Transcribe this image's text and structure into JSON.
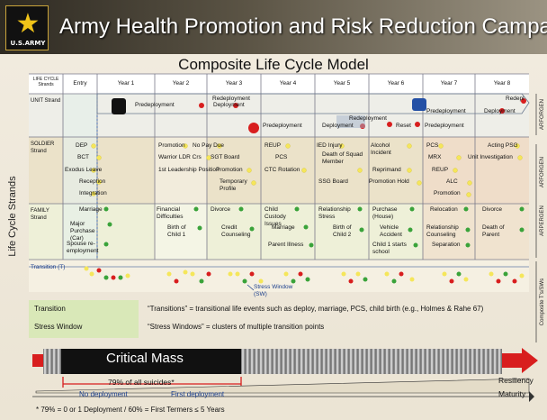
{
  "banner": {
    "title": "Army Health Promotion and Risk Reduction Campaign",
    "logo_text": "U.S.ARMY"
  },
  "subtitle": "Composite Life Cycle Model",
  "side_title": "Life Cycle Strands",
  "header": {
    "strands_label": "LIFE CYCLE Strands",
    "columns": [
      "Entry",
      "Year 1",
      "Year 2",
      "Year 3",
      "Year 4",
      "Year 5",
      "Year 6",
      "Year 7",
      "Year 8"
    ]
  },
  "strand_labels": {
    "unit": "UNIT Strand",
    "soldier": "SOLDIER Strand",
    "family": "FAMILY Strand"
  },
  "right_labels": {
    "arforgen1": "ARFORGEN",
    "arforgen2": "ARFORGEN",
    "arpergen": "ARPERGEN",
    "composite": "Composite T's/SWs"
  },
  "unit_events": [
    {
      "id": "u1",
      "text": "Predeployment"
    },
    {
      "id": "u2",
      "text": "Deployment"
    },
    {
      "id": "u3",
      "text": "Redeployment"
    },
    {
      "id": "u4",
      "text": "Predeployment"
    },
    {
      "id": "u5",
      "text": "Deployment"
    },
    {
      "id": "u6",
      "text": "Redeployment"
    },
    {
      "id": "u7",
      "text": "Reset"
    },
    {
      "id": "u8",
      "text": "Predeployment"
    },
    {
      "id": "u9",
      "text": "Predeployment"
    },
    {
      "id": "u10",
      "text": "Deployment"
    },
    {
      "id": "u11",
      "text": "Redepl"
    }
  ],
  "soldier_events": [
    "DEP",
    "BCT",
    "Exodus Leave",
    "Reception",
    "Integration",
    "Promotion",
    "No Pay Due",
    "Warrior LDR Crs",
    "SGT Board",
    "1st Leadership Position",
    "Promotion",
    "Temporary Profile",
    "REUP",
    "PCS",
    "CTC Rotation",
    "IED Injury",
    "Death of Squad Member",
    "SSG Board",
    "Alcohol Incident",
    "Reprimand",
    "Promotion Hold",
    "PCS",
    "MRX",
    "REUP",
    "ALC",
    "Promotion",
    "Acting PSG",
    "Unit Investigation"
  ],
  "family_events": [
    "Marriage",
    "Major Purchase (Car)",
    "Spouse re-employment",
    "Financial Difficulties",
    "Birth of Child 1",
    "Divorce",
    "Credit Counseling",
    "Child Custody Issues",
    "Marriage",
    "Parent Illness",
    "Relationship Stress",
    "Birth of Child 2",
    "Purchase (House)",
    "Vehicle Accident",
    "Child 1 starts school",
    "Relocation",
    "Relationship Counseling",
    "Separation",
    "Divorce",
    "Death of Parent"
  ],
  "transition_row": {
    "label": "Transition (T)",
    "stress_window": "Stress Window (SW)"
  },
  "legend": {
    "transition": "Transition",
    "stress_window": "Stress Window"
  },
  "descriptions": {
    "transitions": "“Transitions” = transitional life events such as deploy, marriage, PCS, child birth (e.g., Holmes & Rahe 67)",
    "stress_windows": "“Stress Windows” = clusters of multiple transition points"
  },
  "critical_mass": {
    "label": "Critical Mass",
    "pct": "79% of all suicides*",
    "no_deployment": "No deployment",
    "first_deployment": "First deployment"
  },
  "axes": {
    "resiliency": "Resiliency",
    "maturity": "Maturity"
  },
  "footnote": "* 79% = 0 or 1 Deployment / 60% = First Termers ≤ 5 Years",
  "colors": {
    "transition_red": "#d81e1e",
    "transition_yellow": "#f5e65a",
    "stress_green": "#3aa33a",
    "banner": "#4a4438",
    "grid_line": "#7a7a8a"
  }
}
